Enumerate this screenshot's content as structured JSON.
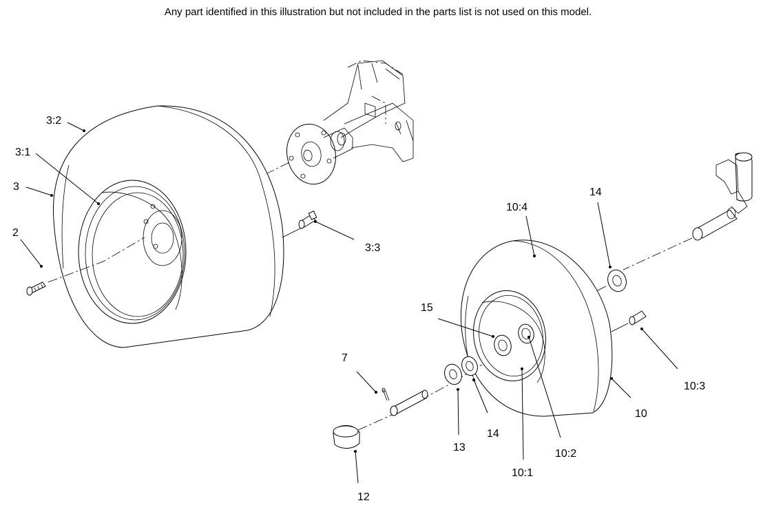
{
  "header_note": "Any part identified in this illustration but not included in the parts list is not used on this model.",
  "callouts": [
    {
      "id": "3:2",
      "text": "3:2"
    },
    {
      "id": "3:1",
      "text": "3:1"
    },
    {
      "id": "3",
      "text": "3"
    },
    {
      "id": "2",
      "text": "2"
    },
    {
      "id": "3:3",
      "text": "3:3"
    },
    {
      "id": "10:4",
      "text": "10:4"
    },
    {
      "id": "14a",
      "text": "14"
    },
    {
      "id": "15",
      "text": "15"
    },
    {
      "id": "7",
      "text": "7"
    },
    {
      "id": "10:3",
      "text": "10:3"
    },
    {
      "id": "10",
      "text": "10"
    },
    {
      "id": "13",
      "text": "13"
    },
    {
      "id": "14b",
      "text": "14"
    },
    {
      "id": "10:2",
      "text": "10:2"
    },
    {
      "id": "10:1",
      "text": "10:1"
    },
    {
      "id": "12",
      "text": "12"
    }
  ]
}
